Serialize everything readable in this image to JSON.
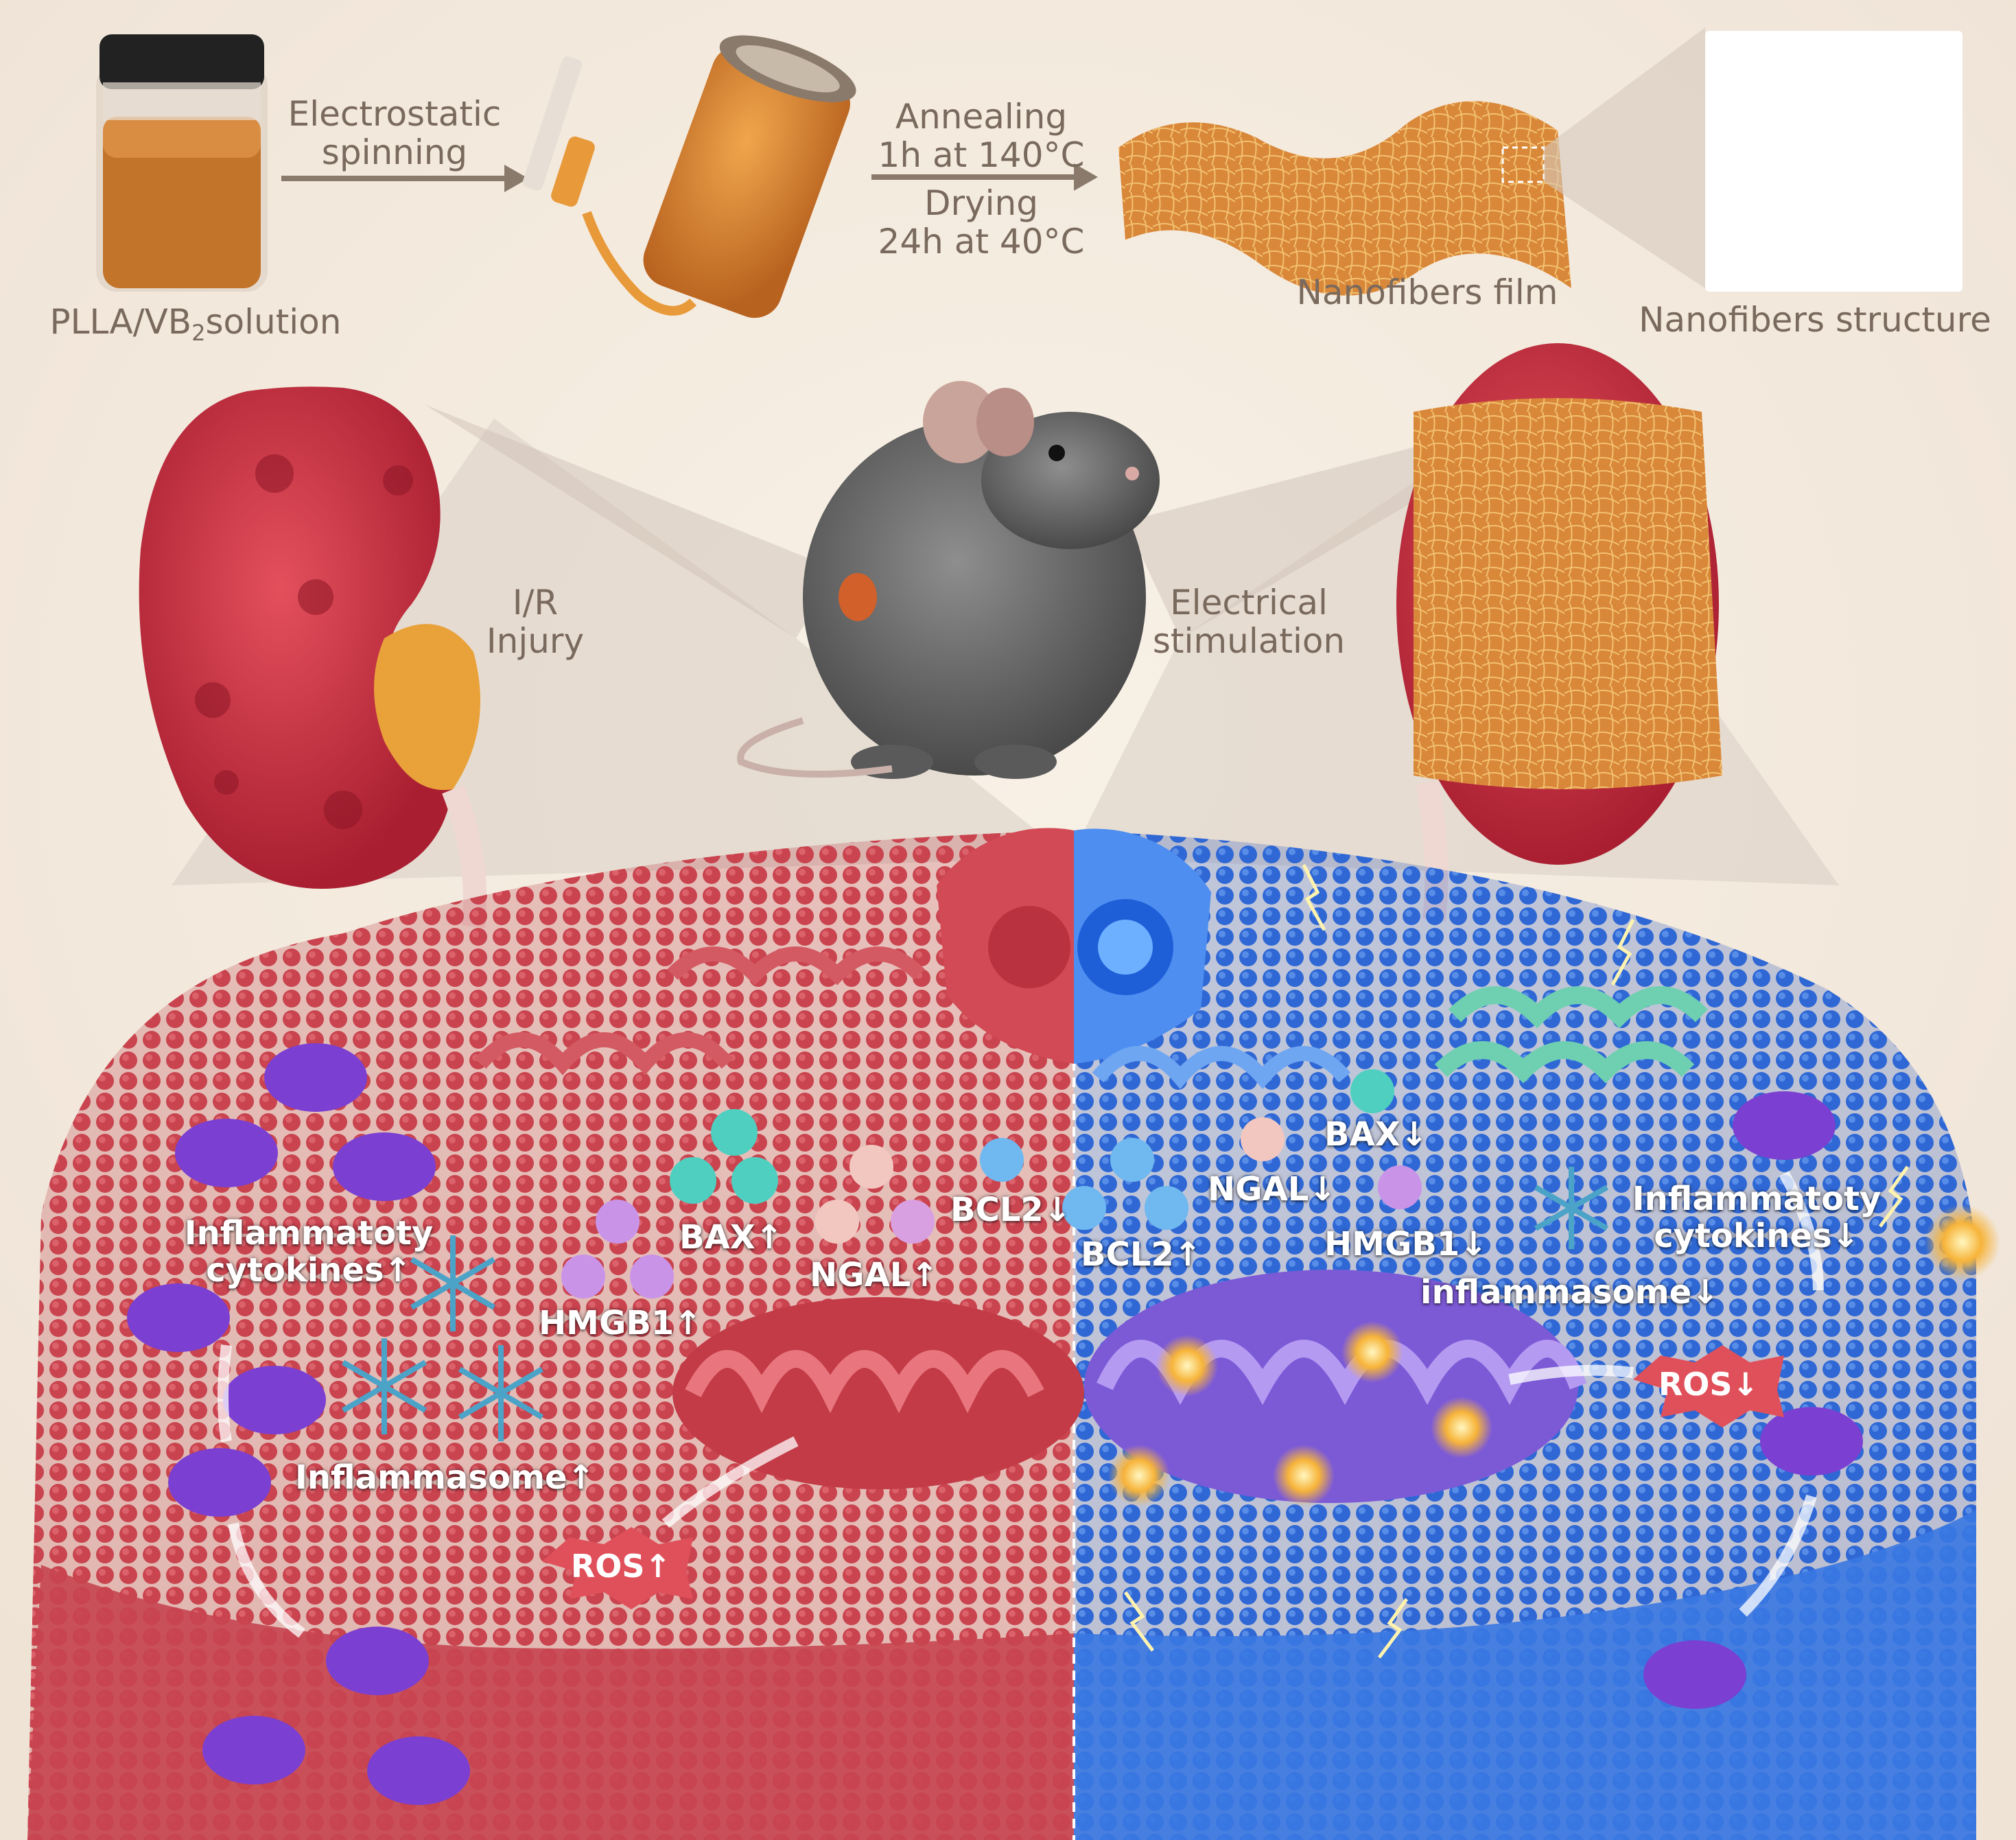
{
  "process": {
    "solution": {
      "prefix": "PLLA/VB",
      "subscript": "2",
      "suffix": "solution"
    },
    "spinning": {
      "line1": "Electrostatic",
      "line2": "spinning"
    },
    "annealing": {
      "line1": "Annealing",
      "line2": "1h at 140°C"
    },
    "drying": {
      "line1": "Drying",
      "line2": "24h at 40°C"
    },
    "film": "Nanofibers film",
    "structure": "Nanofibers structure"
  },
  "middle": {
    "injury": {
      "line1": "I/R",
      "line2": "Injury"
    },
    "stimulation": {
      "line1": "Electrical",
      "line2": "stimulation"
    }
  },
  "left_cell": {
    "cytokines_line1": "Inflammatoty",
    "cytokines_line2": "cytokines↑",
    "hmgb1": "HMGB1↑",
    "bax": "BAX↑",
    "ngal": "NGAL↑",
    "bcl2": "BCL2↓",
    "inflammasome": "Inflammasome↑",
    "ros": "ROS↑"
  },
  "right_cell": {
    "bcl2": "BCL2↑",
    "ngal": "NGAL↓",
    "bax": "BAX↓",
    "hmgb1": "HMGB1↓",
    "cytokines_line1": "Inflammatoty",
    "cytokines_line2": "cytokines↓",
    "inflammasome": "inflammasome↓",
    "ros": "ROS↓"
  },
  "colors": {
    "background": "#f3eadf",
    "text": "#7a6a5e",
    "injured_cell": "#c9404a",
    "treated_cell": "#2f66d8",
    "nanofiber": "#d98a3a",
    "vesicle": "#7b3fd1",
    "ros_badge": "#e0505a"
  }
}
